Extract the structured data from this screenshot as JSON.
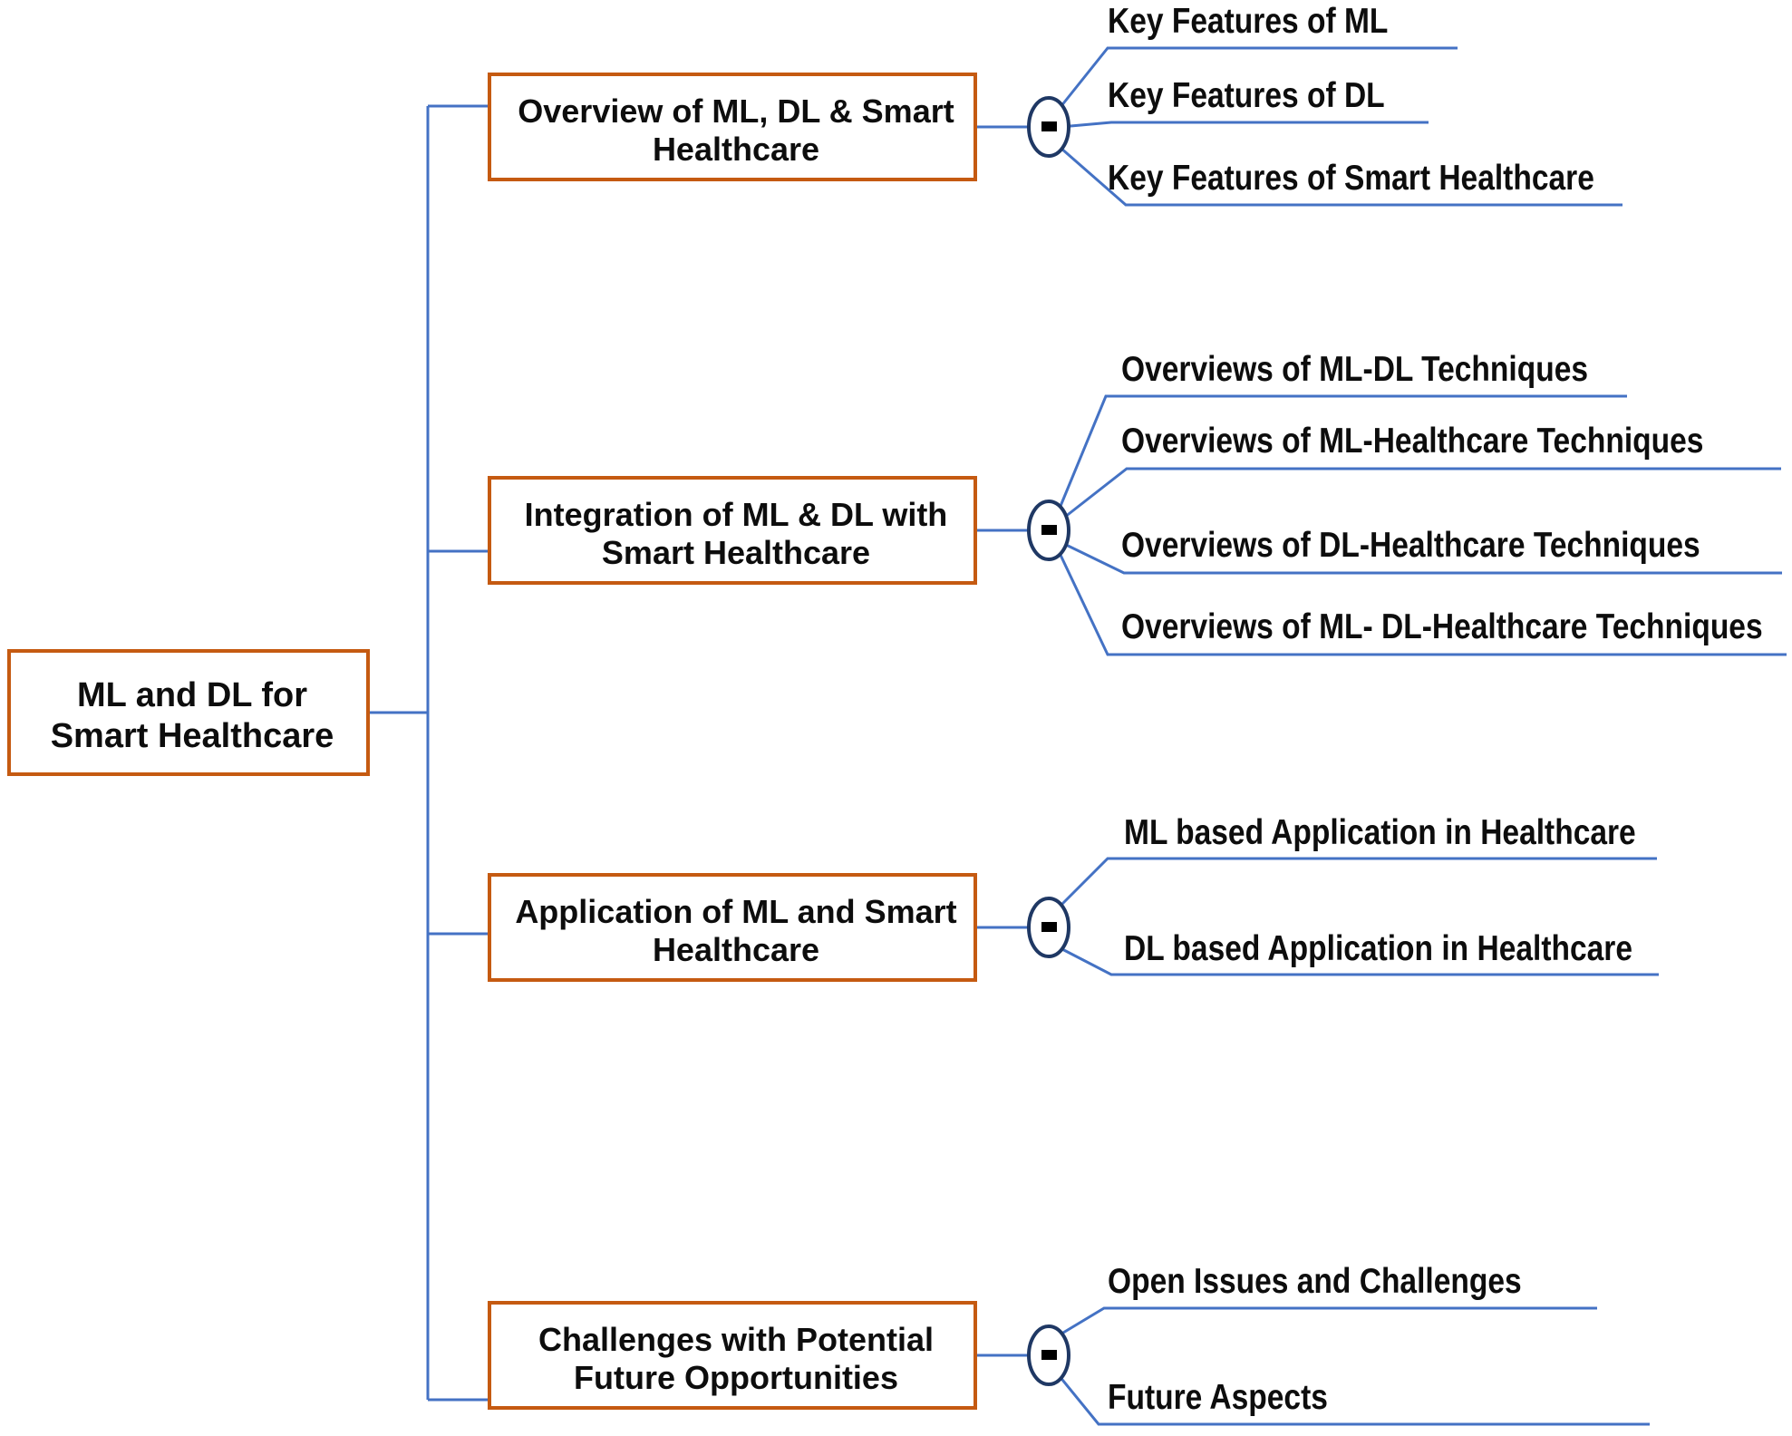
{
  "diagram": {
    "type": "mind-map",
    "title_node": "ML and DL for Smart Healthcare",
    "orientation": "left-to-right",
    "colors": {
      "box_border": "#C55A11",
      "box_fill": "#FFFFFF",
      "connector_line": "#4472C4",
      "toggle_ring": "#1F3864",
      "text": "#0D0D0D",
      "background": "#FFFFFF"
    },
    "root": {
      "label": "ML and DL for Smart Healthcare"
    },
    "branches": [
      {
        "id": "branch-1",
        "label": "Overview of ML, DL & Smart Healthcare",
        "toggle": "-",
        "toggle_state": "expanded",
        "children": [
          {
            "label": "Key Features of ML"
          },
          {
            "label": "Key Features of DL"
          },
          {
            "label": "Key Features of  Smart Healthcare"
          }
        ]
      },
      {
        "id": "branch-2",
        "label": "Integration of ML & DL with Smart Healthcare",
        "toggle": "-",
        "toggle_state": "expanded",
        "children": [
          {
            "label": "Overviews of ML-DL Techniques"
          },
          {
            "label": "Overviews of ML-Healthcare Techniques"
          },
          {
            "label": "Overviews of DL-Healthcare Techniques"
          },
          {
            "label": "Overviews of ML- DL-Healthcare Techniques"
          }
        ]
      },
      {
        "id": "branch-3",
        "label": "Application of ML and Smart Healthcare",
        "toggle": "-",
        "toggle_state": "expanded",
        "children": [
          {
            "label": "ML based Application in Healthcare"
          },
          {
            "label": "DL based Application in Healthcare"
          }
        ]
      },
      {
        "id": "branch-4",
        "label": "Challenges with Potential Future Opportunities",
        "toggle": "-",
        "toggle_state": "expanded",
        "children": [
          {
            "label": "Open Issues and Challenges"
          },
          {
            "label": "Future Aspects"
          }
        ]
      }
    ]
  }
}
